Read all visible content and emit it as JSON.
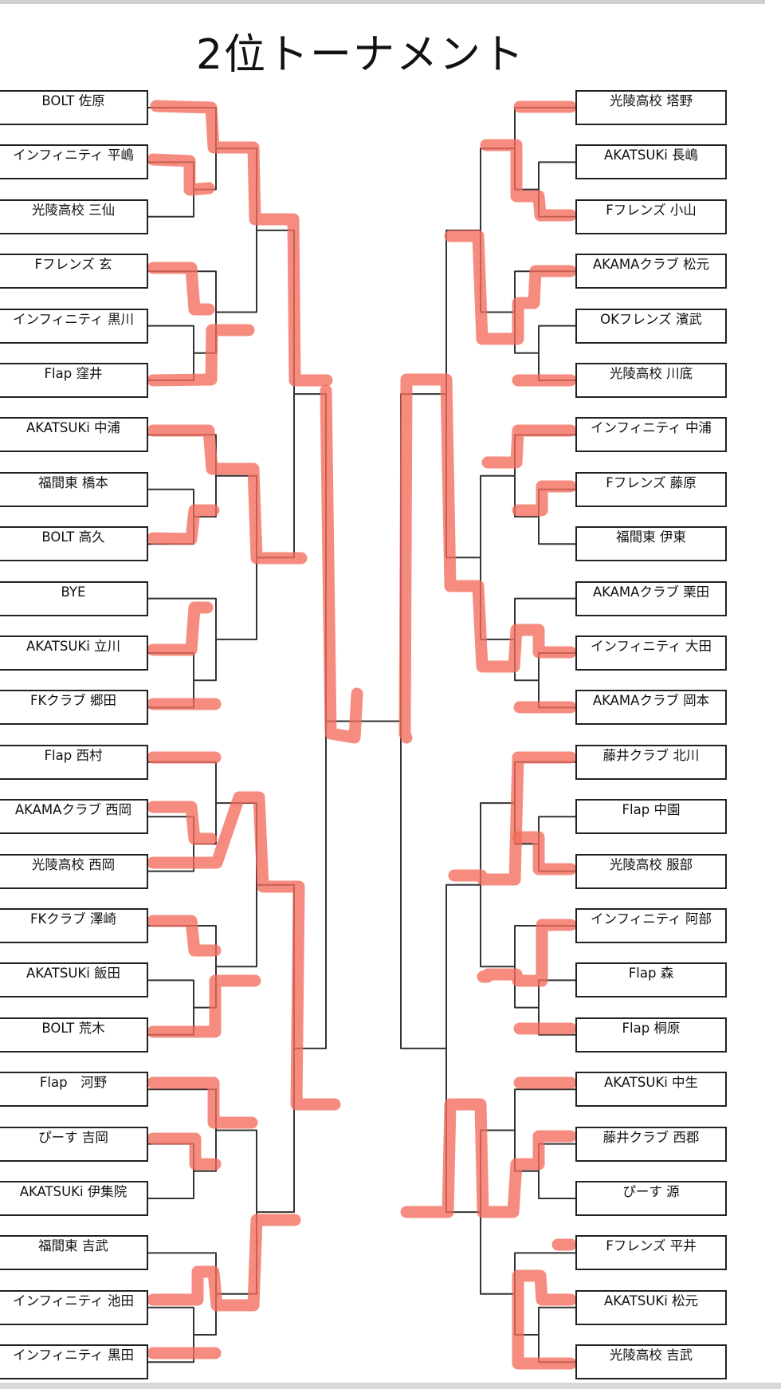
{
  "title": "2位トーナメント",
  "left_entries": [
    "BOLT 佐原",
    "インフィニティ 平嶋",
    "光陵高校 三仙",
    "Fフレンズ 玄",
    "インフィニティ 黒川",
    "Flap 窪井",
    "AKATSUKi 中浦",
    "福間東 橋本",
    "BOLT 高久",
    "BYE",
    "AKATSUKi 立川",
    "FKクラブ 郷田",
    "Flap 西村",
    "AKAMAクラブ 西岡",
    "光陵高校 西岡",
    "FKクラブ 澤崎",
    "AKATSUKi 飯田",
    "BOLT 荒木",
    "Flap　河野",
    "ぴーす 吉岡",
    "AKATSUKi 伊集院",
    "福間東 吉武",
    "インフィニティ 池田",
    "インフィニティ 黒田"
  ],
  "right_entries": [
    "光陵高校 塔野",
    "AKATSUKi 長嶋",
    "Fフレンズ 小山",
    "AKAMAクラブ 松元",
    "OKフレンズ 濱武",
    "光陵高校 川底",
    "インフィニティ 中浦",
    "Fフレンズ 藤原",
    "福間東 伊東",
    "AKAMAクラブ 栗田",
    "インフィニティ 大田",
    "AKAMAクラブ 岡本",
    "藤井クラブ 北川",
    "Flap 中園",
    "光陵高校 服部",
    "インフィニティ 阿部",
    "Flap 森",
    "Flap 桐原",
    "AKATSUKi 中生",
    "藤井クラブ 西郡",
    "ぴーす 源",
    "Fフレンズ 平井",
    "AKATSUKi 松元",
    "光陵高校 吉武"
  ],
  "colors": {
    "bracket_line": "#333333",
    "highlight": "#f26b5b"
  }
}
